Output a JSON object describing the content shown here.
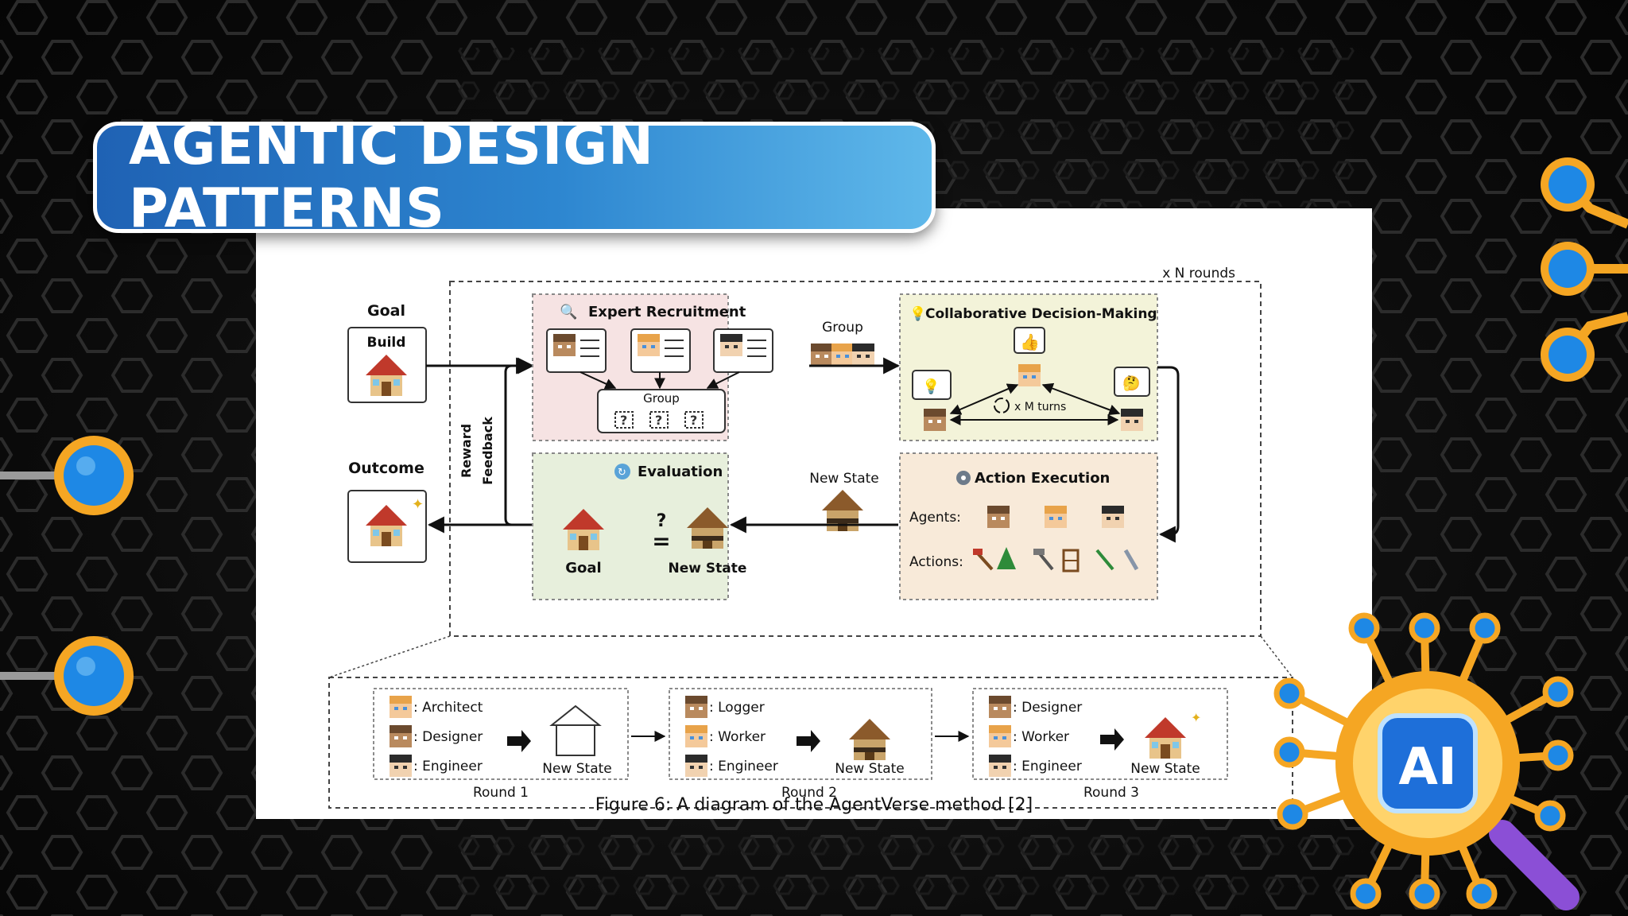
{
  "banner": {
    "title": "AGENTIC DESIGN PATTERNS"
  },
  "figure": {
    "rounds_label": "x N rounds",
    "goal": {
      "label": "Goal",
      "build": "Build"
    },
    "outcome": {
      "label": "Outcome"
    },
    "reward_feedback": {
      "line1": "Reward",
      "line2": "Feedback"
    },
    "expert_recruitment": {
      "title": "Expert Recruitment",
      "group_label": "Group"
    },
    "group_arrow_label": "Group",
    "collaborative": {
      "title": "Collaborative Decision-Making",
      "turns_label": "x M turns"
    },
    "evaluation": {
      "title": "Evaluation",
      "goal_label": "Goal",
      "new_state_label": "New State",
      "compare": "?"
    },
    "new_state_arrow_label": "New State",
    "action_execution": {
      "title": "Action Execution",
      "agents_label": "Agents:",
      "actions_label": "Actions:"
    },
    "rounds": [
      {
        "roles": [
          ": Architect",
          ": Designer",
          ": Engineer"
        ],
        "state": "New State",
        "label": "Round 1"
      },
      {
        "roles": [
          ": Logger",
          ": Worker",
          ": Engineer"
        ],
        "state": "New State",
        "label": "Round 2"
      },
      {
        "roles": [
          ": Designer",
          ": Worker",
          ": Engineer"
        ],
        "state": "New State",
        "label": "Round 3"
      }
    ],
    "caption": "Figure 6: A diagram of the AgentVerse method [2]"
  },
  "decorations": {
    "ai_badge": "AI"
  },
  "colors": {
    "banner_start": "#1f62b4",
    "banner_end": "#5fb8ea",
    "expert_bg": "#f6e3e3",
    "collab_bg": "#f3f3d9",
    "eval_bg": "#e7efdc",
    "action_bg": "#f8ead9",
    "node_blue": "#1e88e5",
    "node_gold": "#f5a623"
  }
}
